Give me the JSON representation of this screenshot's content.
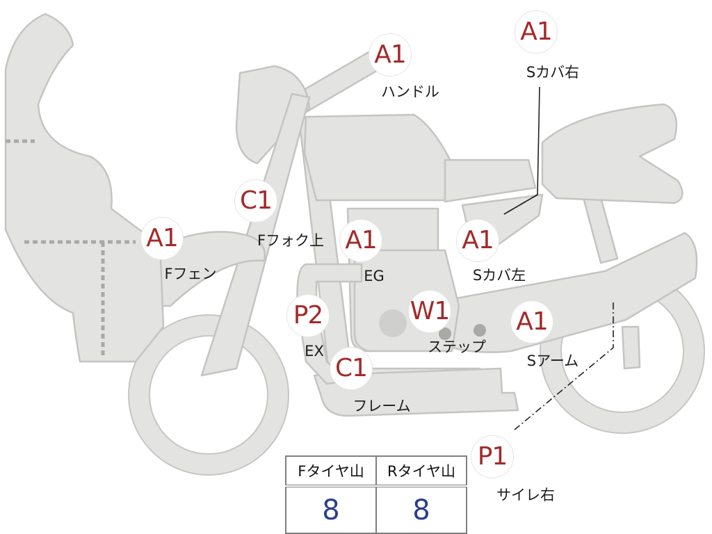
{
  "colors": {
    "badge_text": "#a32a2a",
    "body_fill": "#e3e3e1",
    "tread_value": "#2a3f8c"
  },
  "markers": {
    "handle": {
      "grade": "A1",
      "label": "ハンドル"
    },
    "side_cover_r": {
      "grade": "A1",
      "label": "Sカバ右"
    },
    "fork_upper": {
      "grade": "C1",
      "label": "Fフォク上"
    },
    "front_fender": {
      "grade": "A1",
      "label": "Fフェン"
    },
    "engine": {
      "grade": "A1",
      "label": "EG"
    },
    "side_cover_l": {
      "grade": "A1",
      "label": "Sカバ左"
    },
    "exhaust": {
      "grade": "P2",
      "label": "EX"
    },
    "step": {
      "grade": "W1",
      "label": "ステップ"
    },
    "swing_arm": {
      "grade": "A1",
      "label": "Sアーム"
    },
    "frame": {
      "grade": "C1",
      "label": "フレーム"
    },
    "silencer_r": {
      "grade": "P1",
      "label": "サイレ右"
    }
  },
  "tire_table": {
    "front_header": "Fタイヤ山",
    "rear_header": "Rタイヤ山",
    "front_value": "8",
    "rear_value": "8"
  }
}
